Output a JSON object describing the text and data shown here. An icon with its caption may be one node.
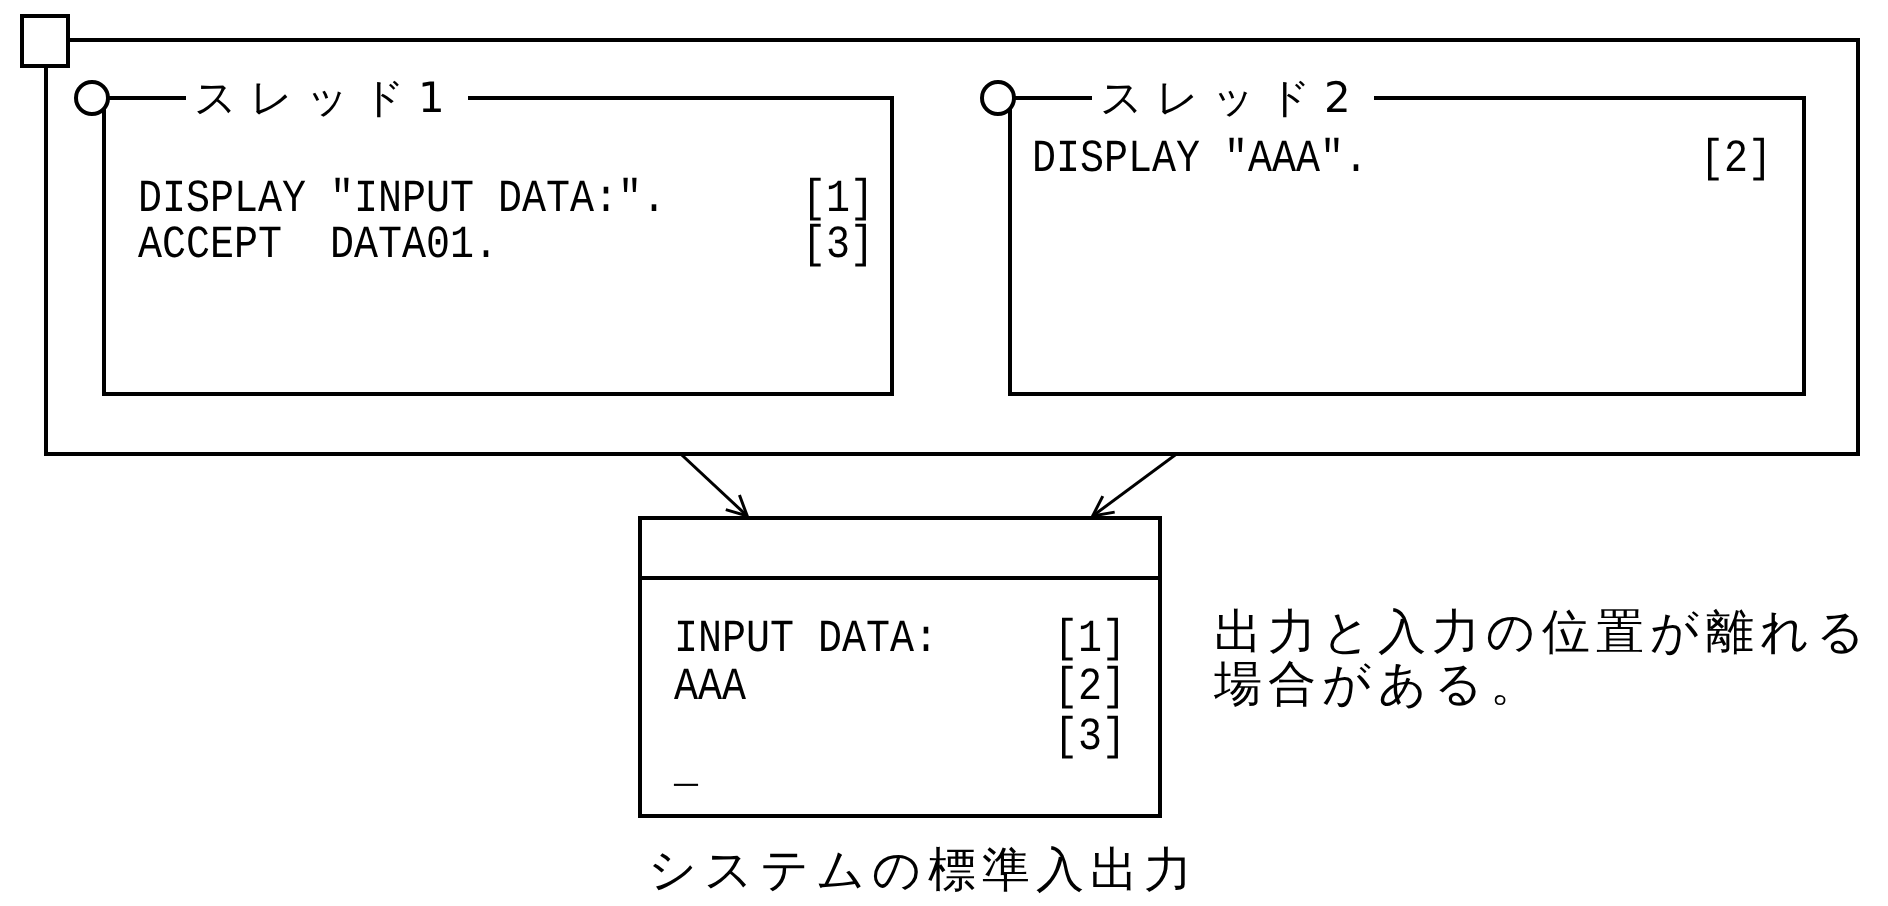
{
  "diagram": {
    "nodes": [
      {
        "text": [],
        "shape": "box"
      },
      {
        "text": [
          "スレッド1",
          "DISPLAY \"INPUT DATA:\".",
          "[1]",
          "ACCEPT  DATA01.",
          "[3]"
        ],
        "in": 0
      },
      {
        "text": [
          "スレッド2",
          "DISPLAY \"AAA\".",
          "[2]"
        ],
        "in": 0
      },
      {
        "text": [
          "INPUT DATA:",
          "[1]",
          "AAA",
          "[2]",
          "[3]",
          "_"
        ],
        "beside": [
          "システムの標準入出力"
        ]
      }
    ],
    "edges": [
      {
        "from": 1,
        "to": 3,
        "arrow": "to"
      },
      {
        "from": 2,
        "to": 3,
        "arrow": "to"
      }
    ],
    "labels": [
      "出力と入力の位置が離れる場合がある。"
    ]
  }
}
